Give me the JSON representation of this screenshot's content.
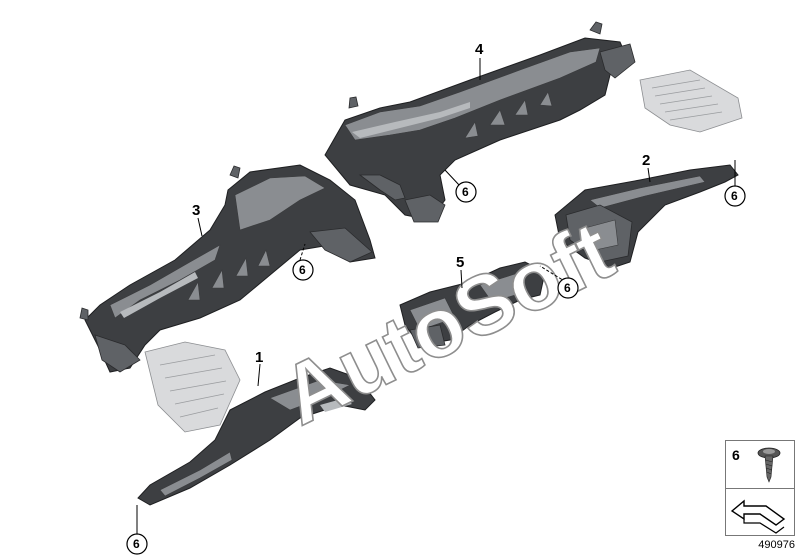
{
  "diagram": {
    "watermark": "AutoSoft",
    "parts": [
      {
        "id": "part-1",
        "label": "1"
      },
      {
        "id": "part-2",
        "label": "2"
      },
      {
        "id": "part-3",
        "label": "3"
      },
      {
        "id": "part-4",
        "label": "4"
      },
      {
        "id": "part-5",
        "label": "5"
      }
    ],
    "fastener_label": "6",
    "doc_number": "490976",
    "legend": {
      "item_label": "6"
    }
  }
}
